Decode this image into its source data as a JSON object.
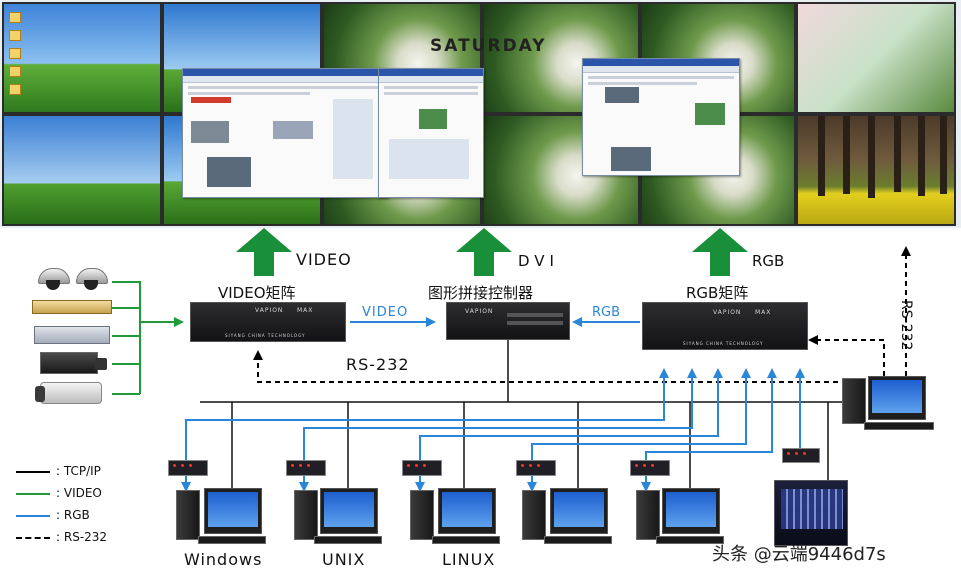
{
  "diagram": {
    "labels": {
      "video": "VIDEO",
      "dvi": "DVI",
      "rgb_top": "RGB",
      "video_matrix": "VIDEO矩阵",
      "controller": "图形拼接控制器",
      "rgb_matrix": "RGB矩阵",
      "video_arrow": "VIDEO",
      "rgb_arrow": "RGB",
      "rs232_left": "RS-232",
      "rs232_right": "RS-232",
      "saturday": "SATURDAY"
    },
    "rack_logo": "VAPION",
    "rack_sub": "SIYANG CHINA TECHNOLOGY",
    "rack_max": "MAX",
    "workstations": [
      "Windows",
      "UNIX",
      "LINUX"
    ],
    "legend": [
      {
        "text": ": TCP/IP",
        "color": "#000000",
        "style": "solid"
      },
      {
        "text": ": VIDEO",
        "color": "#1e9a3a",
        "style": "solid"
      },
      {
        "text": ": RGB",
        "color": "#2a86d8",
        "style": "solid"
      },
      {
        "text": ": RS-232",
        "color": "#000000",
        "style": "dashed"
      }
    ],
    "watermark": "头条 @云端9446d7s",
    "colors": {
      "video": "#1e9a3a",
      "rgb": "#2a86d8",
      "tcp": "#000000",
      "arrow_green": "#1a8f3a"
    }
  }
}
